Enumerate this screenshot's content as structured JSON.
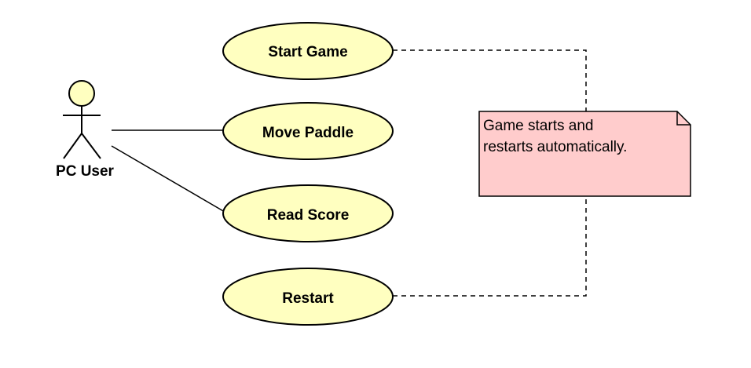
{
  "diagram": {
    "actor": {
      "name": "PC User"
    },
    "use_cases": [
      {
        "label": "Start Game"
      },
      {
        "label": "Move Paddle"
      },
      {
        "label": "Read Score"
      },
      {
        "label": "Restart"
      }
    ],
    "note": {
      "lines": [
        "Game starts and",
        "restarts automatically."
      ]
    },
    "colors": {
      "use_case_fill": "#FFFFC0",
      "note_fill": "#FFCCCC",
      "actor_fill": "#FFFFC0",
      "line": "#000000",
      "background": "#FFFFFF"
    }
  }
}
